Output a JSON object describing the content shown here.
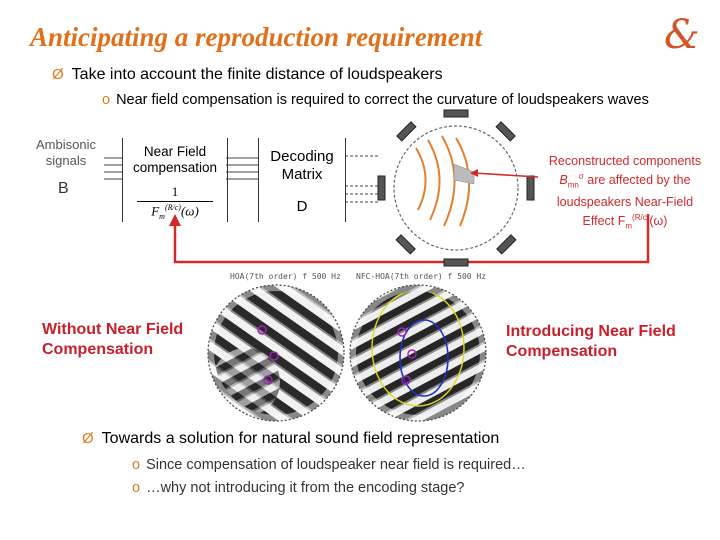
{
  "title": "Anticipating a reproduction requirement",
  "logo": "&",
  "bullet1": {
    "arrow": "Ø",
    "text": "Take into account the finite distance of loudspeakers"
  },
  "sub1": {
    "marker": "o",
    "text": "Near field compensation is required to correct the curvature of loudspeakers waves"
  },
  "diagram": {
    "ambisonic_label_1": "Ambisonic",
    "ambisonic_label_2": "signals",
    "b_label": "B",
    "nfc_label_1": "Near Field",
    "nfc_label_2": "compensation",
    "nfc_numerator": "1",
    "nfc_denominator": "F",
    "nfc_denominator_sup": "(R/c)",
    "nfc_denominator_sub": "m",
    "nfc_denominator_arg": "(ω)",
    "decoding_label_1": "Decoding",
    "decoding_label_2": "Matrix",
    "d_label": "D",
    "reconstructed_caption_1": "Reconstructed components",
    "reconstructed_caption_2a": "B",
    "reconstructed_caption_2sub": "mn",
    "reconstructed_caption_2sup": "σ",
    "reconstructed_caption_2b": " are affected by the",
    "reconstructed_caption_3": "loudspeakers Near-Field",
    "reconstructed_caption_4a": "Effect F",
    "reconstructed_caption_4sub": "m",
    "reconstructed_caption_4sup": "(R/c)",
    "reconstructed_caption_4b": "(ω)"
  },
  "fields": {
    "left_header": "HOA(7th order) f 500 Hz",
    "right_header": "NFC-HOA(7th order) f 500 Hz",
    "without_label_1": "Without Near Field",
    "without_label_2": "Compensation",
    "with_label_1": "Introducing Near Field",
    "with_label_2": "Compensation"
  },
  "bullet2": {
    "arrow": "Ø",
    "text": "Towards a solution for natural sound field representation"
  },
  "sub2": [
    {
      "marker": "o",
      "text": "Since compensation of loudspeaker near field is required…"
    },
    {
      "marker": "o",
      "text": "…why not introducing it from the encoding stage?"
    }
  ],
  "colors": {
    "title": "#e0701a",
    "accent": "#e07a1c",
    "red": "#d02a2a",
    "wave": "#e08030"
  }
}
